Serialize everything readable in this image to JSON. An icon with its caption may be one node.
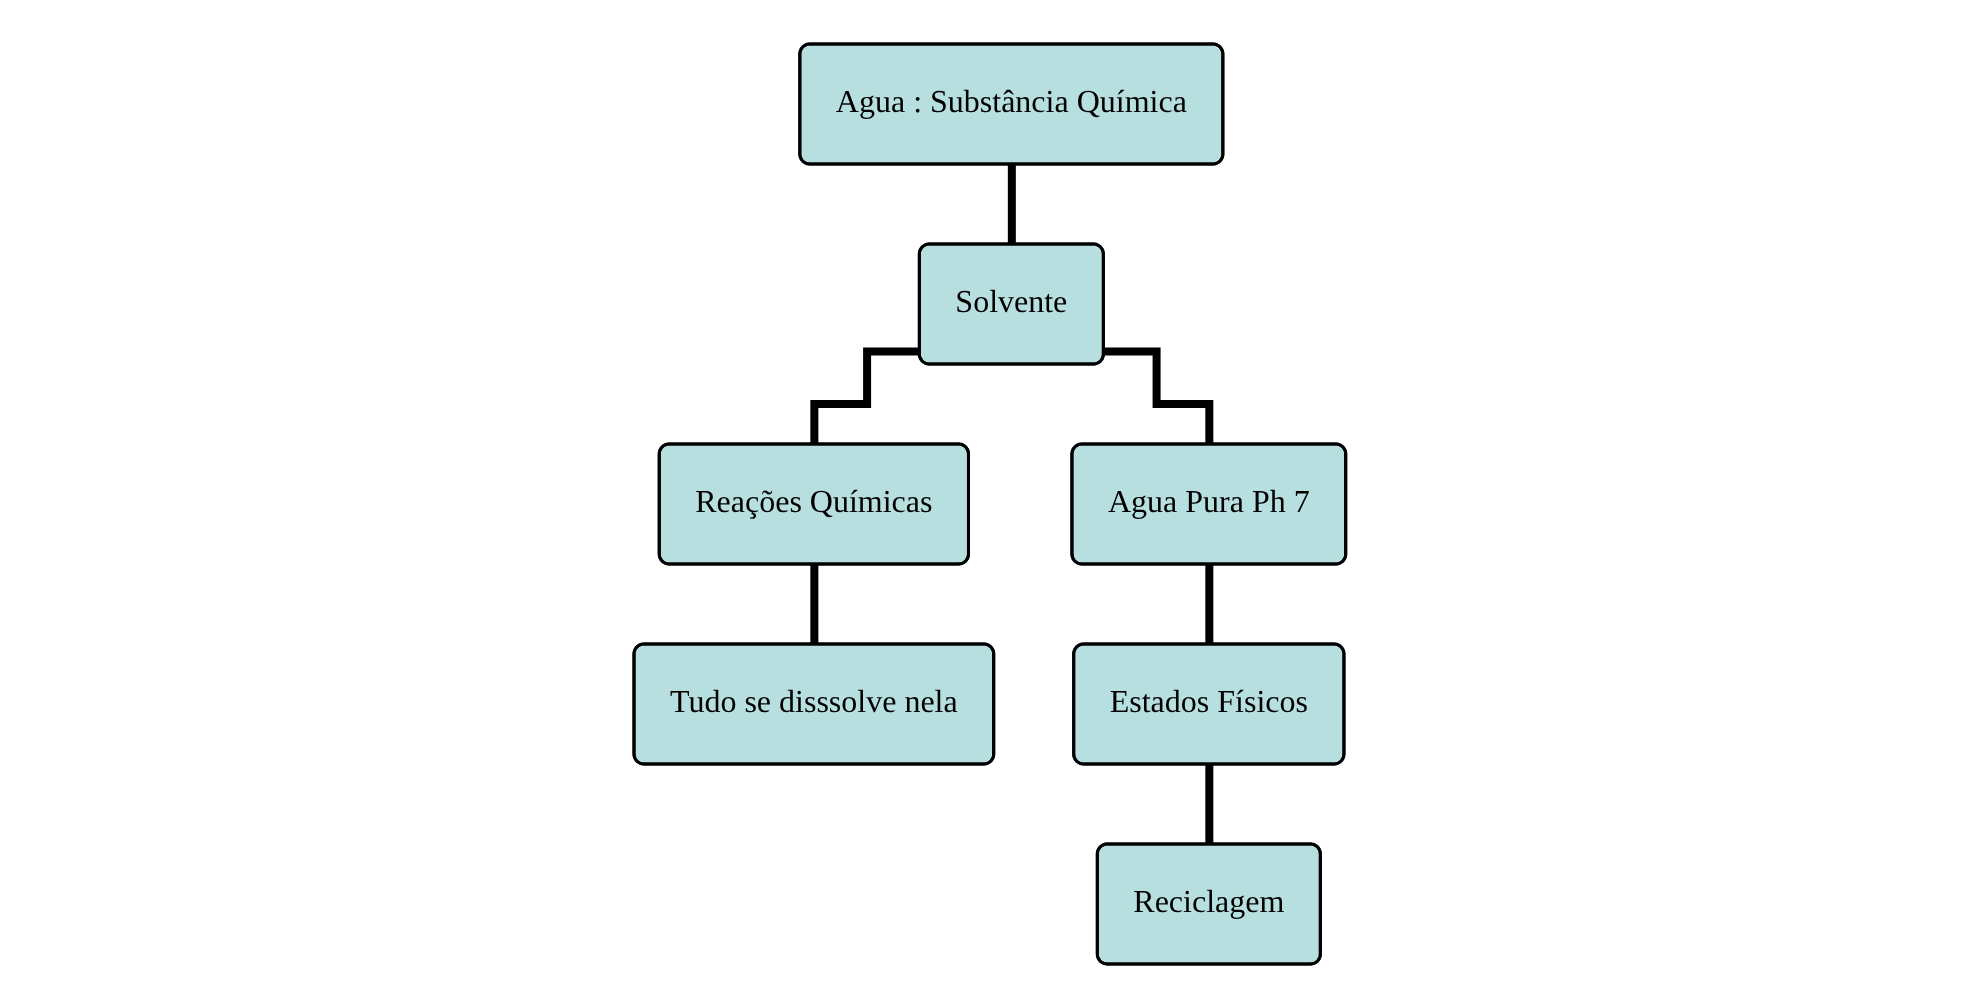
{
  "diagram": {
    "nodes": [
      {
        "text": [
          "Agua : Substância Química"
        ]
      },
      {
        "text": [
          "Solvente"
        ]
      },
      {
        "text": [
          "Reações Químicas"
        ]
      },
      {
        "text": [
          "Agua Pura Ph 7"
        ]
      },
      {
        "text": [
          "Tudo se disssolve nela"
        ]
      },
      {
        "text": [
          "Estados Físicos"
        ]
      },
      {
        "text": [
          "Reciclagem"
        ]
      }
    ],
    "edges": [
      {
        "from": 0,
        "to": 1,
        "arrow": "none"
      },
      {
        "from": 1,
        "to": 2,
        "arrow": "none"
      },
      {
        "from": 1,
        "to": 3,
        "arrow": "none"
      },
      {
        "from": 2,
        "to": 4,
        "arrow": "none"
      },
      {
        "from": 3,
        "to": 5,
        "arrow": "none"
      },
      {
        "from": 5,
        "to": 6,
        "arrow": "none"
      }
    ]
  }
}
